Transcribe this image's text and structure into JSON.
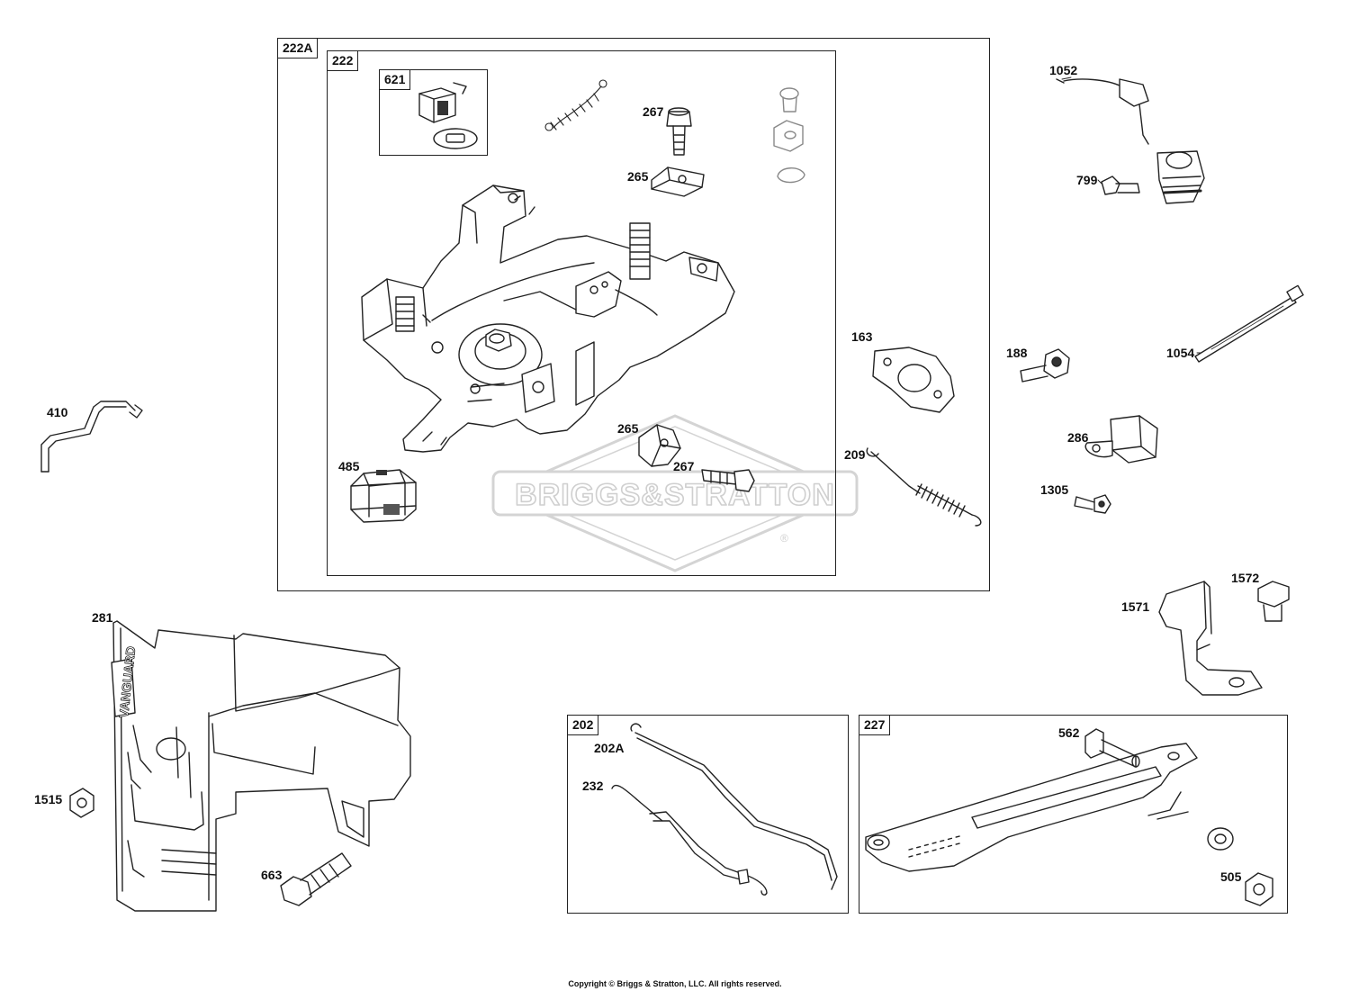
{
  "boxes": {
    "b222A": "222A",
    "b222": "222",
    "b621": "621",
    "b202": "202",
    "b227": "227"
  },
  "callouts": {
    "c1052": "1052",
    "c799": "799",
    "c267a": "267",
    "c265a": "265",
    "c163": "163",
    "c188": "188",
    "c1054": "1054",
    "c410": "410",
    "c286": "286",
    "c209": "209",
    "c265b": "265",
    "c267b": "267",
    "c485": "485",
    "c1305": "1305",
    "c1572": "1572",
    "c1571": "1571",
    "c281": "281",
    "c202A": "202A",
    "c562": "562",
    "c232": "232",
    "c1515": "1515",
    "c663": "663",
    "c505": "505"
  },
  "watermark": {
    "brand": "BRIGGS&STRATTON",
    "registered": "®"
  },
  "shroud_text": "VANGUARD",
  "copyright": "Copyright © Briggs & Stratton, LLC. All rights reserved."
}
